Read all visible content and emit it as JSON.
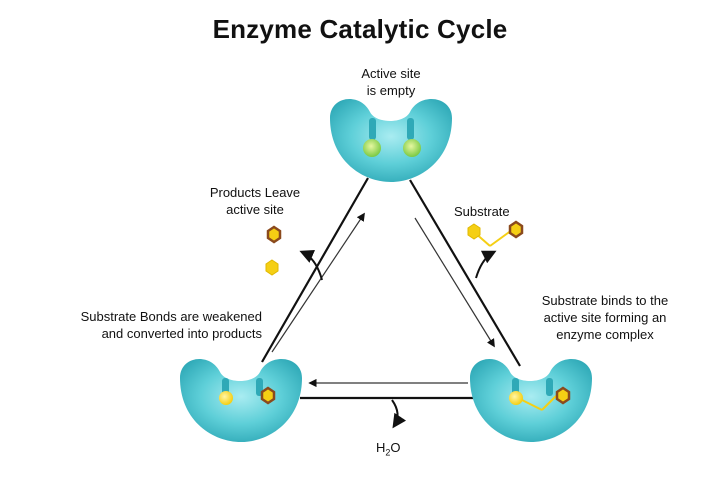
{
  "title": "Enzyme Catalytic Cycle",
  "labels": {
    "top_enzyme": [
      "Active site",
      "is empty"
    ],
    "products_leave": [
      "Products Leave",
      "active site"
    ],
    "substrate": "Substrate",
    "substrate_binds": [
      "Substrate binds to the",
      "active site forming an",
      "enzyme complex"
    ],
    "bonds_weakened": [
      "Substrate Bonds are weakened",
      "and converted into products"
    ],
    "water": {
      "base": "H",
      "sub": "2",
      "tail": "O"
    }
  },
  "colors": {
    "enzyme_fill": "#5ecfd8",
    "enzyme_dark": "#2fa9b7",
    "active_site_green": "#7ac943",
    "substrate_yellow": "#f5cf14",
    "product_brown": "#8b4a1d",
    "arrow": "#111111"
  }
}
